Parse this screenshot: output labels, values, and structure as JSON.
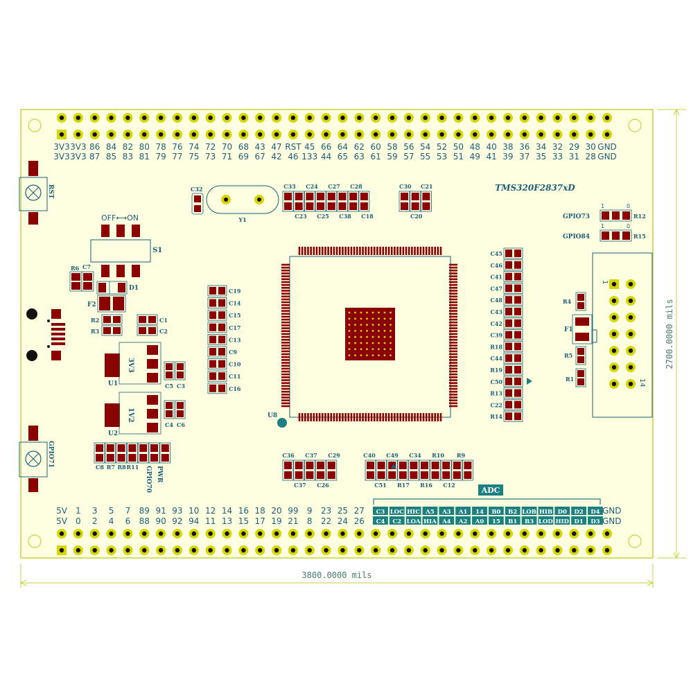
{
  "board": {
    "title": "TMS320F2837xD",
    "width_label": "3800.0000 mils",
    "height_label": "2700.0000 mils"
  },
  "colors": {
    "board_fill": "#fefee0",
    "board_outline": "#c8d23c",
    "pad": "#8b0000",
    "silk_text": "#1a5f7a",
    "teal": "#1a8080",
    "pin_ring": "#d6d600"
  },
  "headers": {
    "top_row1": [
      "3V3",
      "3V3",
      "86",
      "84",
      "82",
      "80",
      "78",
      "76",
      "74",
      "72",
      "70",
      "68",
      "43",
      "47",
      "RST",
      "45",
      "66",
      "64",
      "62",
      "60",
      "58",
      "56",
      "54",
      "52",
      "50",
      "48",
      "40",
      "38",
      "36",
      "34",
      "32",
      "29",
      "30",
      "GND"
    ],
    "top_row2": [
      "3V3",
      "3V3",
      "87",
      "85",
      "83",
      "81",
      "79",
      "77",
      "75",
      "73",
      "71",
      "69",
      "67",
      "42",
      "46",
      "133",
      "44",
      "65",
      "63",
      "61",
      "59",
      "57",
      "55",
      "53",
      "51",
      "49",
      "41",
      "39",
      "37",
      "35",
      "33",
      "31",
      "28",
      "GND"
    ],
    "bottom_row1": [
      "5V",
      "1",
      "3",
      "5",
      "7",
      "89",
      "91",
      "93",
      "10",
      "12",
      "14",
      "16",
      "18",
      "20",
      "99",
      "9",
      "23",
      "25",
      "27"
    ],
    "bottom_row2": [
      "5V",
      "0",
      "2",
      "4",
      "6",
      "88",
      "90",
      "92",
      "94",
      "11",
      "13",
      "15",
      "17",
      "19",
      "21",
      "8",
      "22",
      "24",
      "26"
    ],
    "adc_label": "ADC",
    "adc_row1": [
      "C3",
      "LOC",
      "HIC",
      "A5",
      "A3",
      "A1",
      "14",
      "B0",
      "B2",
      "LOB",
      "HIB",
      "D0",
      "D2",
      "D4"
    ],
    "adc_row2": [
      "C4",
      "C2",
      "LOA",
      "HIA",
      "A4",
      "A2",
      "A0",
      "15",
      "B1",
      "B3",
      "LOD",
      "HID",
      "D1",
      "D3"
    ],
    "gnd_label": "GND"
  },
  "labels": {
    "switch_text": "OFF⟷ON",
    "s1": "S1",
    "d1": "D1",
    "f1": "F1",
    "f2": "F2",
    "u1": "U1",
    "u2": "U2",
    "u8": "U8",
    "y1": "Y1",
    "r6": "R6",
    "c7": "C7",
    "r2": "R2",
    "r3": "R3",
    "c1": "C1",
    "c2": "C2",
    "c5": "C5",
    "c3": "C3",
    "c4": "C4",
    "c6": "C6",
    "reg1": "3V3",
    "reg2": "1V2",
    "bottom_left_caps": [
      "C8",
      "R7",
      "R8",
      "R11"
    ],
    "rst": "RST",
    "gpio71": "GPIO71",
    "gpio70": "GPIO70",
    "pwr": "PWR",
    "c32": "C32",
    "top_caps_upper": [
      "C33",
      "C24",
      "C27",
      "C28"
    ],
    "top_caps_lower": [
      "C23",
      "C25",
      "C38",
      "C18"
    ],
    "c30": "C30",
    "c21": "C21",
    "c20": "C20",
    "left_caps": [
      "C19",
      "C14",
      "C15",
      "C17",
      "C13",
      "C9",
      "C10",
      "C11",
      "C16"
    ],
    "right_caps": [
      "C45",
      "C46",
      "C41",
      "C47",
      "C48",
      "C43",
      "C42",
      "C39",
      "R18",
      "C44",
      "R19",
      "C50",
      "R13",
      "C22",
      "R14"
    ],
    "gpio73": "GPIO73",
    "gpio84": "GPIO84",
    "r12": "R12",
    "r15": "R15",
    "jp_one": "1",
    "jp_zero": "0",
    "r4": "R4",
    "r5": "R5",
    "r1": "R1",
    "jtag_pin1": "1",
    "jtag_pin14": "14",
    "bottom_caps_upper": [
      "C36",
      "C37",
      "C29"
    ],
    "bottom_caps_lower": [
      "C37",
      "C26"
    ],
    "row_caps_upper": [
      "C40",
      "C49",
      "C34",
      "R10",
      "R9"
    ],
    "row_caps_lower": [
      "C51",
      "R17",
      "R16",
      "C12"
    ]
  }
}
